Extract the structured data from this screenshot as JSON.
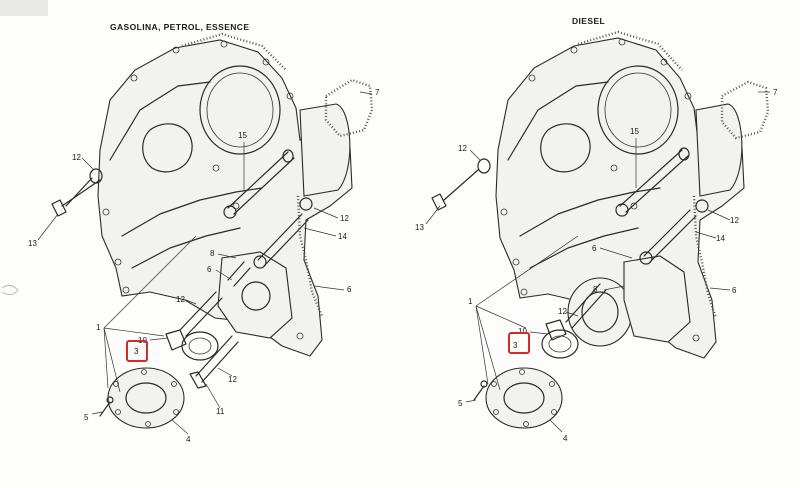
{
  "headers": {
    "left": "GASOLINA,  PETROL,  ESSENCE",
    "right": "DIESEL"
  },
  "left_callouts": {
    "c1": "1",
    "c3": "3",
    "c4": "4",
    "c5": "5",
    "c6a": "6",
    "c6b": "6",
    "c7": "7",
    "c8": "8",
    "c10": "10",
    "c11": "11",
    "c12a": "12",
    "c12b": "12",
    "c12c": "12",
    "c12d": "12",
    "c13": "13",
    "c14": "14",
    "c15": "15"
  },
  "right_callouts": {
    "c1": "1",
    "c3": "3",
    "c4": "4",
    "c5": "5",
    "c6a": "6",
    "c6b": "6",
    "c7": "7",
    "c8": "8",
    "c10": "10",
    "c12a": "12",
    "c12b": "12",
    "c12c": "12",
    "c13": "13",
    "c14": "14",
    "c15": "15"
  },
  "highlight_color": "#d62a2a"
}
